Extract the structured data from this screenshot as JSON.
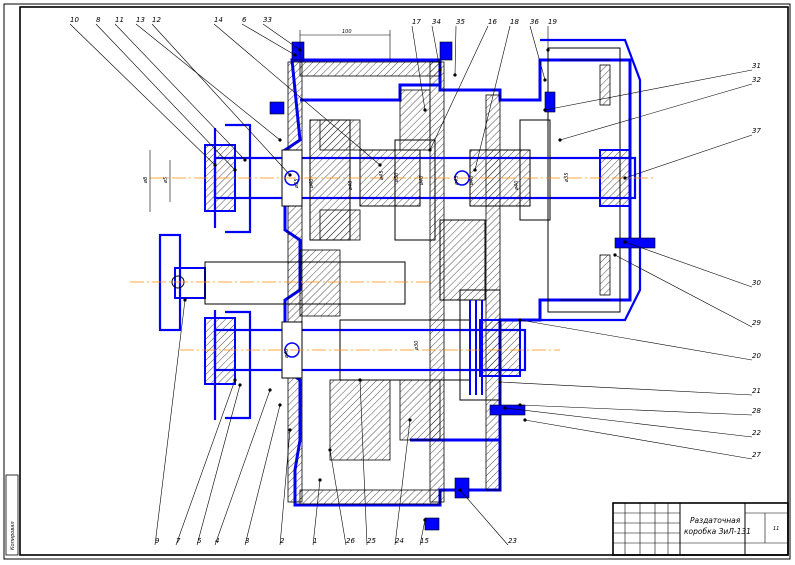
{
  "drawing": {
    "callouts_top": [
      "10",
      "8",
      "11",
      "13",
      "12",
      "14",
      "6",
      "33",
      "17",
      "34",
      "35",
      "16",
      "18",
      "36",
      "19"
    ],
    "callouts_right": [
      "31",
      "32",
      "37",
      "30",
      "29",
      "20",
      "21",
      "28",
      "22",
      "27"
    ],
    "callouts_bottom": [
      "9",
      "7",
      "5",
      "4",
      "3",
      "2",
      "1",
      "26",
      "25",
      "24",
      "15",
      "23"
    ],
    "dimension_top": "100",
    "dimension_labels": [
      "ø8",
      "ø5",
      "ø35",
      "ø40",
      "ø40",
      "ø45",
      "ø50",
      "ø40",
      "ø45",
      "ø40",
      "ø40",
      "ø35",
      "ø40",
      "ø30"
    ],
    "side_stamp": "Копировал",
    "colors": {
      "steel": "#0000ff",
      "outline": "#000000",
      "centerline": "#ff8c00",
      "hatch": "#0000ff"
    }
  },
  "title_block": {
    "name_line1": "Раздаточная",
    "name_line2": "коробка ЗиЛ-131",
    "sheet": "11"
  }
}
